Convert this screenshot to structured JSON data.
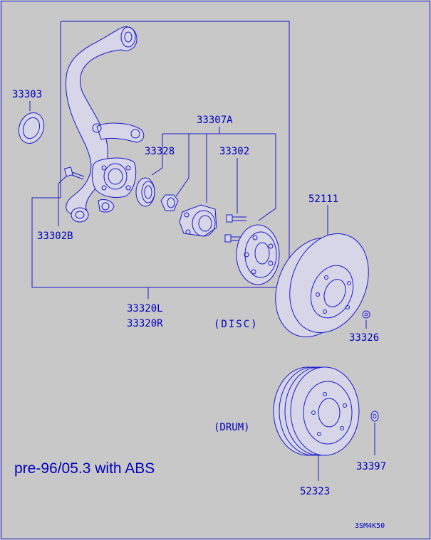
{
  "parts": {
    "p33303": "33303",
    "p33307a": "33307A",
    "p33328": "33328",
    "p33302": "33302",
    "p33302b": "33302B",
    "p33320l": "33320L",
    "p33320r": "33320R",
    "p52111": "52111",
    "p33326": "33326",
    "p33397": "33397",
    "p52323": "52323"
  },
  "captions": {
    "disc": "(DISC)",
    "drum": "(DRUM)"
  },
  "note": "pre-96/05.3 with ABS",
  "diagram_code": "3SM4K50",
  "colors": {
    "background": "#c8c8c8",
    "line": "#1a1ad0",
    "text": "#0000c0"
  }
}
